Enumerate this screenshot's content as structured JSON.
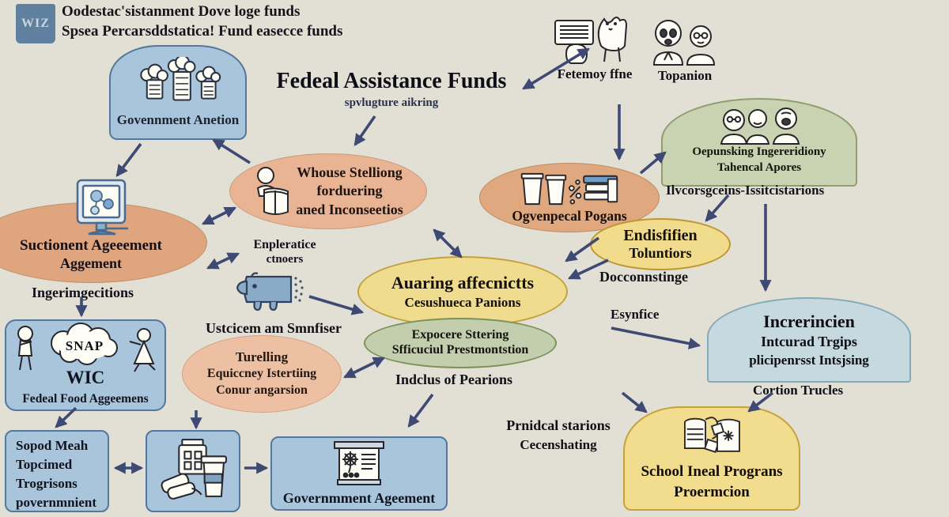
{
  "header": {
    "logo": "WIZ",
    "line1": "Oodestac'sistanment Dove loge funds",
    "line2": "Spsea Percarsddstatica! Fund easecce funds"
  },
  "title": {
    "main": "Fedeal Assistance Funds",
    "subtitle": "spvlugture aikring"
  },
  "nodes": {
    "government_anetion": {
      "label": "Govennment Anetion"
    },
    "fetemoy": {
      "label": "Fetemoy ffne"
    },
    "topanion": {
      "label": "Topanion"
    },
    "green_top": {
      "line1": "Oepunsking Ingereridiony",
      "line2": "Tahencal Apores",
      "below": "Ilvcorsgceins-Issitcistarions"
    },
    "whouse": {
      "line1": "Whouse Stelliong",
      "line2": "forduering",
      "line3": "aned Inconseetios"
    },
    "ogvenpecal": {
      "label": "Ogvenpecal Pogans"
    },
    "endisfifien": {
      "line1": "Endisfifien",
      "line2": "Toluntiors",
      "below": "Docconnstinge"
    },
    "suctionent": {
      "line1": "Suctionent Ageeement",
      "line2": "Aggement",
      "below": "Ingerimgecitions"
    },
    "enpleratice": {
      "line1": "Enpleratice",
      "line2": "ctnoers"
    },
    "center_yellow": {
      "line1": "Auaring affecnictts",
      "line2": "Cesushueca Panions"
    },
    "center_green": {
      "line1": "Expocere Sttering",
      "line2": "Sfficuciul Prestmontstion",
      "below": "Indclus of Pearions"
    },
    "ustcicem": {
      "label": "Ustcicem am Smnfiser"
    },
    "turelling": {
      "line1": "Turelling",
      "line2": "Equiccney Istertiing",
      "line3": "Conur angarsion"
    },
    "snap_wic": {
      "cloud": "SNAP",
      "mid": "WIC",
      "bottom": "Fedeal Food Aggeemens"
    },
    "esynfice": {
      "label": "Esynfice"
    },
    "increrincien": {
      "line1": "Increrincien",
      "line2": "Intcurad Trgips",
      "line3": "plicipenrsst Intsjsing",
      "below": "Cortion Trucles"
    },
    "prnidcal": {
      "line1": "Prnidcal starions",
      "line2": "Cecenshating"
    },
    "school": {
      "line1": "School Ineal Prograns",
      "line2": "Proermcion"
    },
    "sopod": {
      "line1": "Sopod Meah",
      "line2": "Topcimed",
      "line3": "Trogrisons",
      "line4": "povernmnient"
    },
    "government_ageement": {
      "label": "Governmment Ageement"
    }
  },
  "colors": {
    "background": "#e2dfd5",
    "arrow_navy": "#3e4a74",
    "box_blue": "#a9c5dc",
    "box_blue_border": "#54789d",
    "ellipse_orange": "#e4ab85",
    "ellipse_orange_light": "#eec0a3",
    "ellipse_yellow": "#f1dc8e",
    "ellipse_yellow_border": "#c5a139",
    "ellipse_green": "#c7d2b1",
    "ellipse_green_border": "#8a9a68",
    "ellipse_lightblue": "#c5d9de",
    "ellipse_lightblue_border": "#83abb9",
    "logo_blue": "#60809f"
  }
}
